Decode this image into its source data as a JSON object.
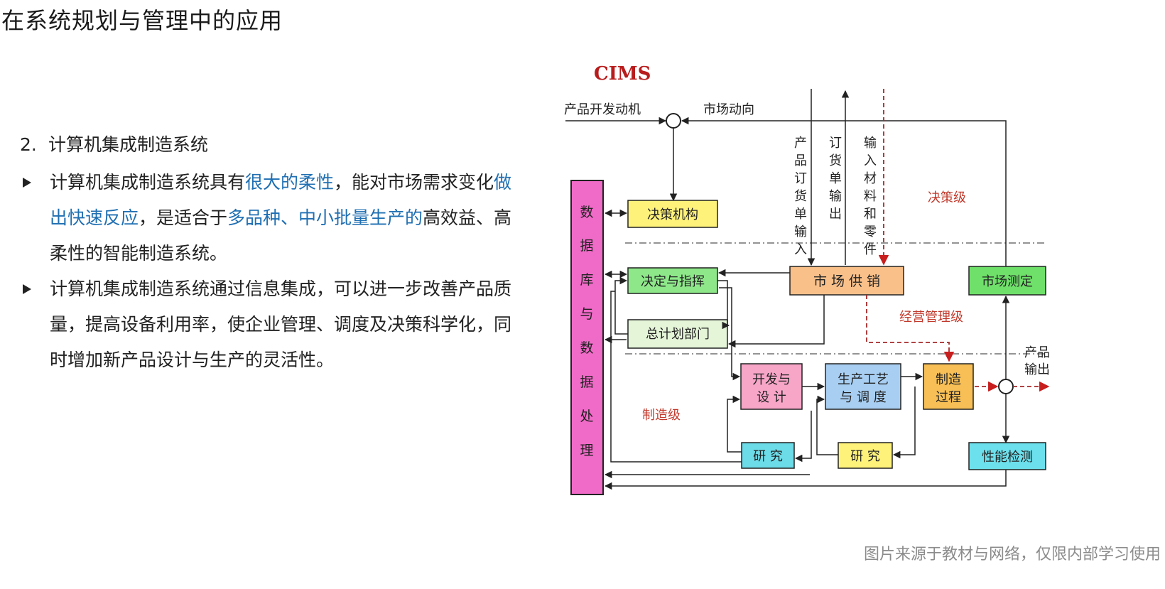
{
  "slide": {
    "title": "在系统规划与管理中的应用",
    "section": {
      "number": "2.",
      "title": "计算机集成制造系统"
    },
    "bullets": [
      {
        "segments": [
          {
            "text": "计算机集成制造系统具有",
            "hl": false
          },
          {
            "text": "很大的柔性",
            "hl": true
          },
          {
            "text": "，能对市场需求变化",
            "hl": false
          },
          {
            "text": "做出快速反应",
            "hl": true
          },
          {
            "text": "，是适合于",
            "hl": false
          },
          {
            "text": "多品种、中小批量生产的",
            "hl": true
          },
          {
            "text": "高效益、高柔性的智能制造系统。",
            "hl": false
          }
        ]
      },
      {
        "segments": [
          {
            "text": "计算机集成制造系统通过信息集成，可以进一步改善产品质量，提高设备利用率，使企业管理、调度及决策科学化，同时增加新产品设计与生产的灵活性。",
            "hl": false
          }
        ]
      }
    ],
    "caption": "图片来源于教材与网络，仅限内部学习使用",
    "colors": {
      "highlight": "#1f6fb2"
    }
  },
  "diagram": {
    "title": "CIMS",
    "labels": {
      "product_dev_motive": "产品开发动机",
      "market_trend": "市场动向",
      "product_order_input": "产品订货单输入",
      "order_output": "订货单输出",
      "material_input": "输入材料和零件",
      "decision_level": "决策级",
      "business_level": "经营管理级",
      "manufacturing_level": "制造级",
      "product_output": "产品输出"
    },
    "boxes": {
      "database": "数据库与数据处理",
      "decision_org": "决策机构",
      "decide_command": "决定与指挥",
      "master_plan": "总计划部门",
      "market_supply": "市 场 供 销",
      "market_test": "市场测定",
      "dev_design_1": "开发与",
      "dev_design_2": "设  计",
      "process_sched_1": "生产工艺",
      "process_sched_2": "与 调 度",
      "mfg_process_1": "制造",
      "mfg_process_2": "过程",
      "research_a": "研 究",
      "research_b": "研 究",
      "perf_test": "性能检测"
    },
    "colors": {
      "database": "#f06ac8",
      "decision_org": "#fff27a",
      "decide_command": "#8ee88a",
      "master_plan": "#e4f5d8",
      "market_supply": "#f9c08a",
      "market_test": "#6fe06a",
      "dev_design": "#f7a6c8",
      "process_sched": "#a8cff2",
      "mfg_process": "#f7bf55",
      "research_a": "#6cdce8",
      "research_b": "#fff27a",
      "perf_test": "#6ce0ec",
      "title_red": "#b81c1c",
      "level_red": "#c0392b",
      "dashed_red": "#a52a2a"
    }
  }
}
